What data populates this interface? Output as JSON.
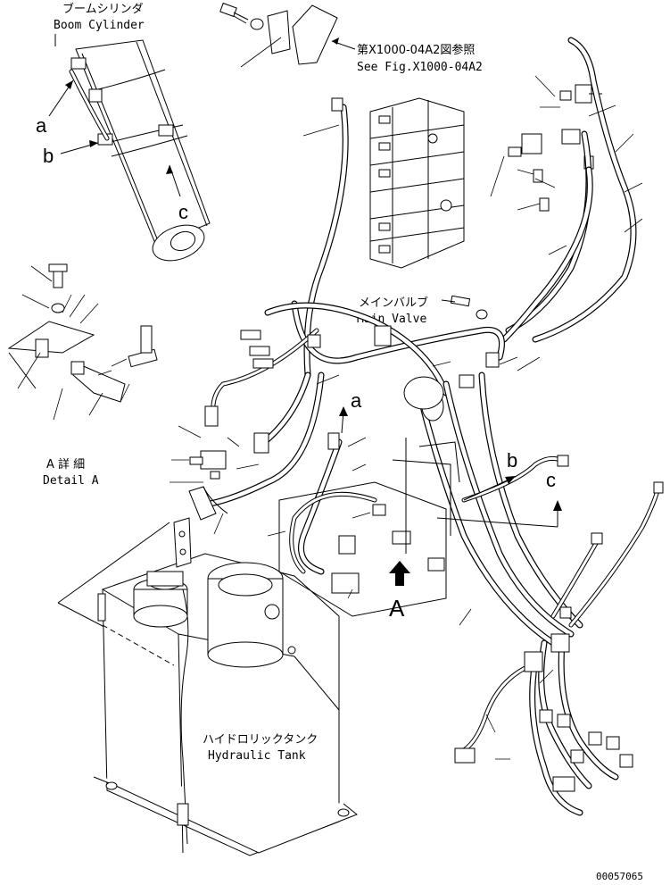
{
  "labels": {
    "boom_cylinder_jp": "ブームシリンダ",
    "boom_cylinder_en": "Boom Cylinder",
    "see_fig_jp": "第X1000-04A2図参照",
    "see_fig_en": "See Fig.X1000-04A2",
    "main_valve_jp": "メインバルブ",
    "main_valve_en": "Main Valve",
    "detail_a_jp": "A 詳 細",
    "detail_a_en": "Detail A",
    "hydraulic_tank_jp": "ハイドロリックタンク",
    "hydraulic_tank_en": "Hydraulic Tank",
    "ref_a_upper": "a",
    "ref_b_upper": "b",
    "ref_c_upper": "c",
    "ref_a_mid": "a",
    "ref_b_mid": "b",
    "ref_c_mid": "c",
    "view_a": "A",
    "drawing_number": "00057065"
  }
}
